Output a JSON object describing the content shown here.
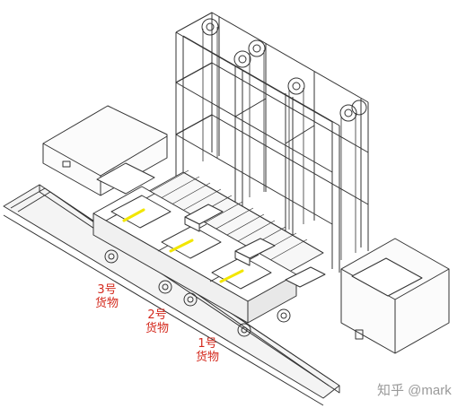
{
  "labels": {
    "cargo3": {
      "number": "3号",
      "text": "货物"
    },
    "cargo2": {
      "number": "2号",
      "text": "货物"
    },
    "cargo1": {
      "number": "1号",
      "text": "货物"
    }
  },
  "watermark": "知乎 @mark",
  "colors": {
    "label": "#d42a1e",
    "cargo_highlight": "#f2e600",
    "line": "#333333",
    "watermark": "#9a9a9a"
  }
}
